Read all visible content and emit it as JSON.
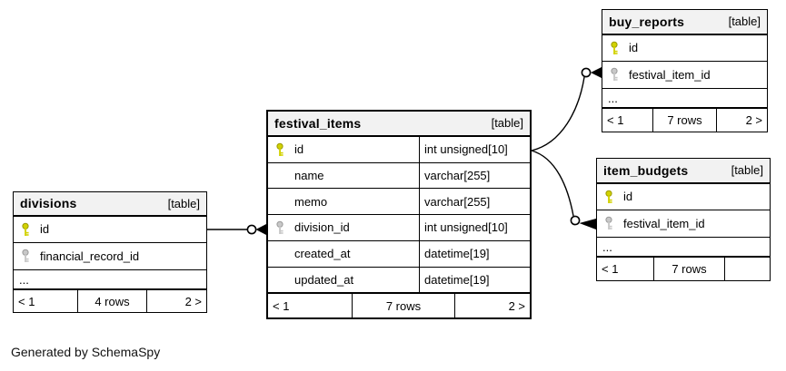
{
  "diagram": {
    "generator_note": "Generated by SchemaSpy",
    "colors": {
      "primary_key": "#d2d200",
      "primary_key_outline": "#9a9a00",
      "foreign_key": "#c8c8c8",
      "foreign_key_outline": "#9a9a9a",
      "header_bg": "#f2f2f2",
      "border": "#000000"
    },
    "tables": {
      "divisions": {
        "name": "divisions",
        "tag": "[table]",
        "columns": [
          {
            "name": "id",
            "key": "primary"
          },
          {
            "name": "financial_record_id",
            "key": "foreign"
          }
        ],
        "ellipsis": "...",
        "footer": {
          "prev": "< 1",
          "rows": "4 rows",
          "next": "2 >"
        }
      },
      "festival_items": {
        "name": "festival_items",
        "tag": "[table]",
        "columns": [
          {
            "name": "id",
            "type": "int unsigned[10]",
            "key": "primary"
          },
          {
            "name": "name",
            "type": "varchar[255]",
            "key": ""
          },
          {
            "name": "memo",
            "type": "varchar[255]",
            "key": ""
          },
          {
            "name": "division_id",
            "type": "int unsigned[10]",
            "key": "foreign"
          },
          {
            "name": "created_at",
            "type": "datetime[19]",
            "key": ""
          },
          {
            "name": "updated_at",
            "type": "datetime[19]",
            "key": ""
          }
        ],
        "footer": {
          "prev": "< 1",
          "rows": "7 rows",
          "next": "2 >"
        }
      },
      "buy_reports": {
        "name": "buy_reports",
        "tag": "[table]",
        "columns": [
          {
            "name": "id",
            "key": "primary"
          },
          {
            "name": "festival_item_id",
            "key": "foreign"
          }
        ],
        "ellipsis": "...",
        "footer": {
          "prev": "< 1",
          "rows": "7 rows",
          "next": "2 >"
        }
      },
      "item_budgets": {
        "name": "item_budgets",
        "tag": "[table]",
        "columns": [
          {
            "name": "id",
            "key": "primary"
          },
          {
            "name": "festival_item_id",
            "key": "foreign"
          }
        ],
        "ellipsis": "...",
        "footer": {
          "prev": "< 1",
          "rows": "7 rows",
          "next": ""
        }
      }
    },
    "relationships": [
      {
        "from": "divisions.id",
        "to": "festival_items.division_id"
      },
      {
        "from": "festival_items.id",
        "to": "buy_reports.festival_item_id"
      },
      {
        "from": "festival_items.id",
        "to": "item_budgets.festival_item_id"
      }
    ]
  }
}
